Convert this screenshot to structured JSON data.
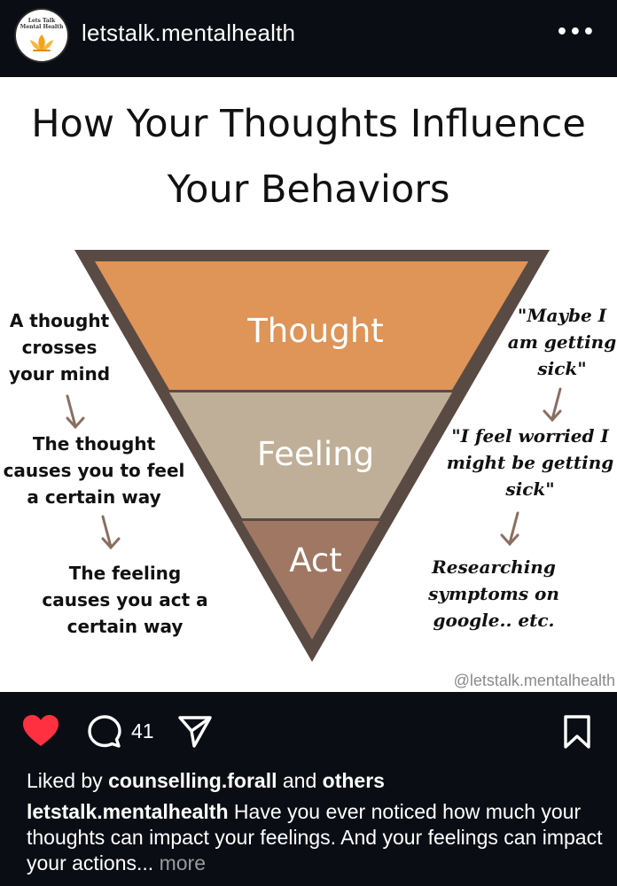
{
  "header": {
    "username": "letstalk.mentalhealth",
    "avatar_text_1": "Lets Talk",
    "avatar_text_2": "Mental Health",
    "more_label": "•••"
  },
  "post": {
    "title_line1": "How Your Thoughts Influence",
    "title_line2": "Your Behaviors",
    "layers": [
      "Thought",
      "Feeling",
      "Act"
    ],
    "left_notes": [
      [
        "A thought",
        "crosses",
        "your mind"
      ],
      [
        "The thought",
        "causes you to feel",
        "a certain way"
      ],
      [
        "The feeling",
        "causes you act a",
        "certain way"
      ]
    ],
    "right_notes": [
      [
        "\"Maybe I",
        "am getting",
        "sick\""
      ],
      [
        "\"I feel worried  I",
        "might be getting",
        "sick\""
      ],
      [
        "Researching",
        "symptoms on",
        "google.. etc."
      ]
    ],
    "watermark": "@letstalk.mentalhealth",
    "colors": {
      "thought": "#df9458",
      "feeling": "#c0af98",
      "act": "#9f7763",
      "border": "#5a4a44"
    }
  },
  "actions": {
    "like_icon": "heart-icon",
    "comment_icon": "comment-icon",
    "comment_count": "41",
    "share_icon": "send-icon",
    "save_icon": "bookmark-icon"
  },
  "likes": {
    "prefix": "Liked by ",
    "user": "counselling.forall",
    "middle": " and ",
    "others": "others"
  },
  "caption": {
    "user": "letstalk.mentalhealth",
    "text": " Have you ever noticed how much your thoughts can impact your feelings. And your feelings can impact your actions...",
    "more": " more"
  }
}
